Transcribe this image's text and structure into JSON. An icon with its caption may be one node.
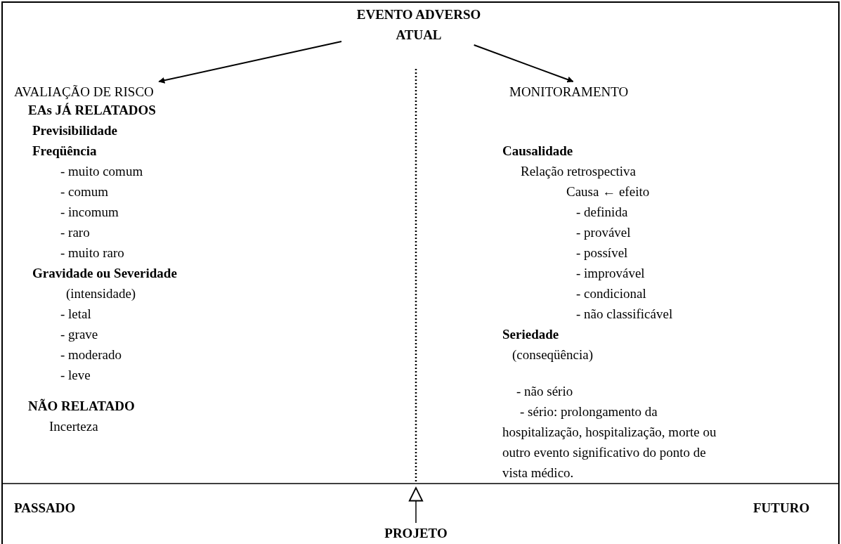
{
  "diagram": {
    "nodes": [
      {
        "text": [
          "EVENTO ADVERSO ATUAL"
        ]
      },
      {
        "text": [
          "AVALIAÇÃO DE RISCO"
        ]
      },
      {
        "text": [
          "MONITORAMENTO"
        ]
      },
      {
        "text": [
          "PROJETO"
        ]
      }
    ],
    "edges": [
      {
        "from": 0,
        "to": 1,
        "arrow": "to"
      },
      {
        "from": 0,
        "to": 2,
        "arrow": "to"
      },
      {
        "from": 3,
        "to": null,
        "arrow": "to"
      }
    ],
    "labels": [
      "EAs JÁ RELATADOS",
      "Previsibilidade",
      "Freqüência",
      "- muito comum",
      "- comum",
      "- incomum",
      "- raro",
      "- muito raro",
      "Gravidade ou Severidade",
      "(intensidade)",
      "- letal",
      "- grave",
      "- moderado",
      "- leve",
      "NÃO RELATADO",
      "Incerteza",
      "Causalidade",
      "Relação retrospectiva",
      "Causa ← efeito",
      "- definida",
      "- provável",
      "- possível",
      "- improvável",
      "- condicional",
      "- não classificável",
      "Seriedade",
      "(conseqüência)",
      "- não sério",
      "- sério: prolongamento da hospitalização, hospitalização, morte ou outro evento significativo do ponto de vista médico.",
      "PASSADO",
      "FUTURO"
    ]
  }
}
